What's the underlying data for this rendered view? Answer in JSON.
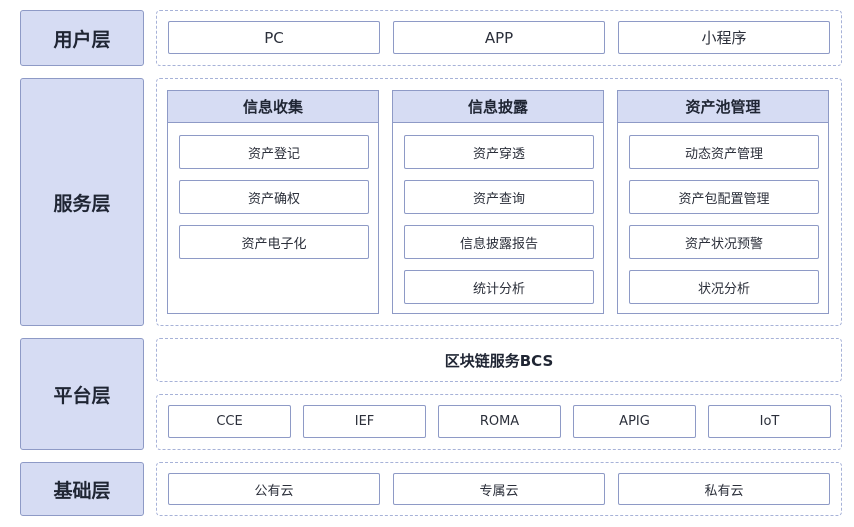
{
  "layers": {
    "user": {
      "label": "用户层",
      "items": [
        "PC",
        "APP",
        "小程序"
      ]
    },
    "service": {
      "label": "服务层",
      "columns": [
        {
          "title": "信息收集",
          "items": [
            "资产登记",
            "资产确权",
            "资产电子化"
          ]
        },
        {
          "title": "信息披露",
          "items": [
            "资产穿透",
            "资产查询",
            "信息披露报告",
            "统计分析"
          ]
        },
        {
          "title": "资产池管理",
          "items": [
            "动态资产管理",
            "资产包配置管理",
            "资产状况预警",
            "状况分析"
          ]
        }
      ]
    },
    "platform": {
      "label": "平台层",
      "bcs": "区块链服务BCS",
      "items": [
        "CCE",
        "IEF",
        "ROMA",
        "APIG",
        "IoT"
      ]
    },
    "base": {
      "label": "基础层",
      "items": [
        "公有云",
        "专属云",
        "私有云"
      ]
    }
  }
}
